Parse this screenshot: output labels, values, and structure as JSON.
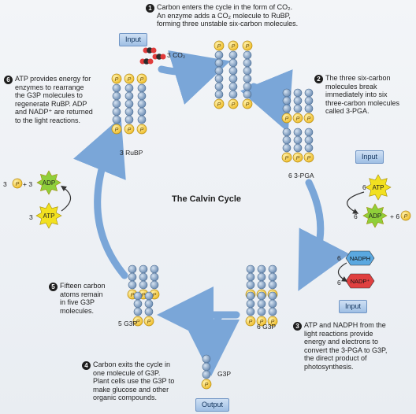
{
  "title": "The Calvin Cycle",
  "steps": [
    {
      "num": "1",
      "line1": "Carbon enters the cycle in the form of CO₂.",
      "line2": "An enzyme adds a CO₂ molecule to RuBP,",
      "line3": "forming three unstable six-carbon molecules."
    },
    {
      "num": "2",
      "lines": [
        "The three six-carbon",
        "molecules break",
        "immediately into six",
        "three-carbon molecules",
        "called 3-PGA."
      ]
    },
    {
      "num": "3",
      "lines": [
        "ATP and NADPH from the",
        "light reactions provide",
        "energy and electrons to",
        "convert the 3-PGA to G3P,",
        "the direct product of",
        "photosynthesis."
      ]
    },
    {
      "num": "4",
      "lines": [
        "Carbon exits the cycle in",
        "one molecule of G3P.",
        "Plant cells use the G3P to",
        "make glucose and other",
        "organic compounds."
      ]
    },
    {
      "num": "5",
      "lines": [
        "Fifteen carbon",
        "atoms remain",
        "in five G3P",
        "molecules."
      ]
    },
    {
      "num": "6",
      "lines": [
        "ATP provides energy for",
        "enzymes to rearrange",
        "the G3P molecules to",
        "regenerate RuBP. ADP",
        "and NADP⁺ are returned",
        "to the light reactions."
      ]
    }
  ],
  "tags": {
    "input_top": "Input",
    "input_right_1": "Input",
    "input_right_2": "Input",
    "output": "Output"
  },
  "labels": {
    "co2": "3 CO₂",
    "rubp": "3 RuBP",
    "pga": "6 3-PGA",
    "g3p6": "6 G3P",
    "g3p5": "5 G3P",
    "g3p1": "G3P",
    "atp_in_num": "6",
    "atp_in": "ATP",
    "adp_out_num": "6",
    "adp_out": "ADP",
    "p_out": "+ 6",
    "nadph_num": "6",
    "nadph": "NADPH",
    "nadp_num": "6",
    "nadp": "NADP⁺",
    "left_p_num": "3",
    "left_plus": "+ 3",
    "left_adp": "ADP",
    "left_atp_num": "3",
    "left_atp": "ATP",
    "p": "P"
  },
  "colors": {
    "carbon": "#6f8fb5",
    "phosphate": "#f0c030",
    "arrow": "#7aa6d8",
    "atp": "#f2e020",
    "adp": "#8fcf3a",
    "nadph": "#5aa8e0",
    "nadp": "#e04040"
  }
}
